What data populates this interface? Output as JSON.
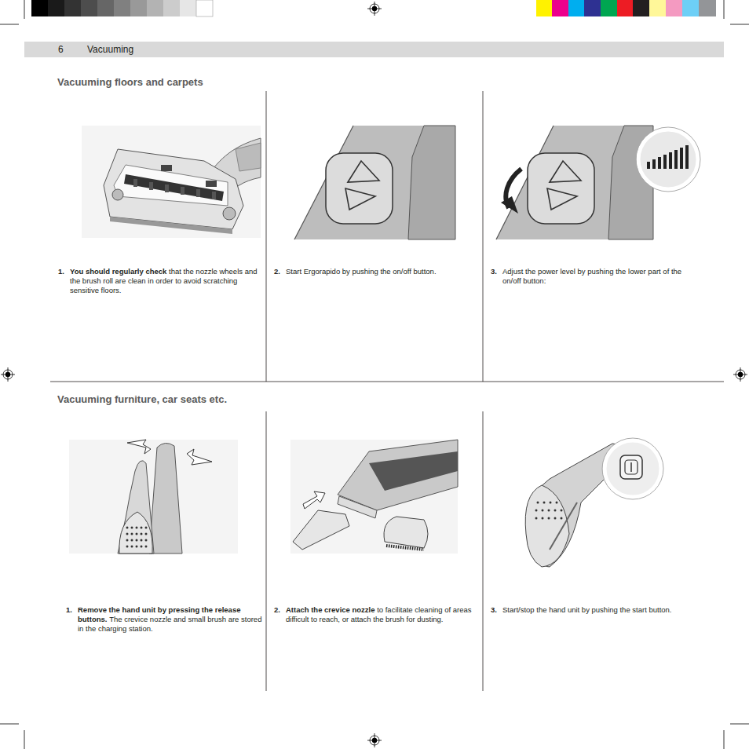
{
  "diagram": {
    "nodes": [
      {
        "text": [
          "6",
          "Vacuuming"
        ]
      }
    ],
    "labels": [
      "Vacuuming floors and carpets",
      "1.",
      "You should regularly check",
      "that the nozzle wheels and the brush roll are clean in order to avoid scratching sensitive floors.",
      "2.",
      "Start Ergorapido by pushing the on/off button.",
      "3.",
      "Adjust the power level by pushing the lower part of the on/off button:",
      "Vacuuming furniture, car seats etc.",
      "1.",
      "Remove the hand unit by pressing the release buttons.",
      "The crevice nozzle and small brush are stored in the charging station.",
      "2.",
      "Attach the crevice nozzle",
      "to facilitate cleaning of areas difficult to reach, or attach the brush for dusting.",
      "3.",
      "Start/stop the hand unit by pushing the start button."
    ]
  }
}
